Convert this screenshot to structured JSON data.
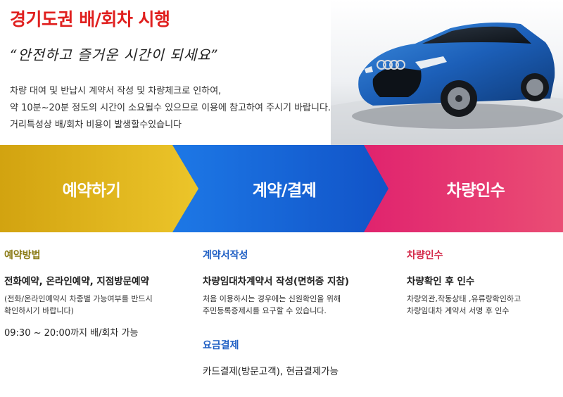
{
  "header": {
    "title": "경기도권  배/회차 시행",
    "subtitle": "“안전하고 즐거운 시간이 되세요”",
    "description": [
      "차량 대여 및 반납시 계약서 작성 및 차량체크로 인하여,",
      "약 10분~20분 정도의 시간이 소요될수 있으므로 이용에 참고하여 주시기 바랍니다.",
      "거리특성상 배/회차 비용이 발생할수있습니다"
    ]
  },
  "steps": [
    {
      "label": "예약하기",
      "color": "#e0b61a"
    },
    {
      "label": "계약/결제",
      "color": "#1f6fe0"
    },
    {
      "label": "차량인수",
      "color": "#e0306e"
    }
  ],
  "columns": {
    "reservation": {
      "heading": "예약방법",
      "heading_color": "#8a7a14",
      "main": "전화예약, 온라인예약, 지점방문예약",
      "notes": [
        "(전화/온라인예약시 차종별 가능여부를 반드시",
        "확인하시기 바랍니다)"
      ],
      "hours": "09:30 ~ 20:00까지 배/회차 가능"
    },
    "contract": {
      "heading": "계약서작성",
      "heading_color": "#1f5fc4",
      "main": "차량임대차계약서 작성(면허증 지참)",
      "notes": [
        "처음 이용하시는 경우에는 신원확인을 위해",
        "주민등록증제시를 요구할 수 있습니다."
      ]
    },
    "payment": {
      "heading": "요금결제",
      "heading_color": "#1f5fc4",
      "main": "카드결제(방문고객), 현금결제가능"
    },
    "pickup": {
      "heading": "차량인수",
      "heading_color": "#d42a4a",
      "main": "차량확인 후 인수",
      "notes": [
        "차량외관,작동상태 ,유류량확인하고",
        "차량임대차 계약서 서명 후 인수"
      ]
    }
  }
}
